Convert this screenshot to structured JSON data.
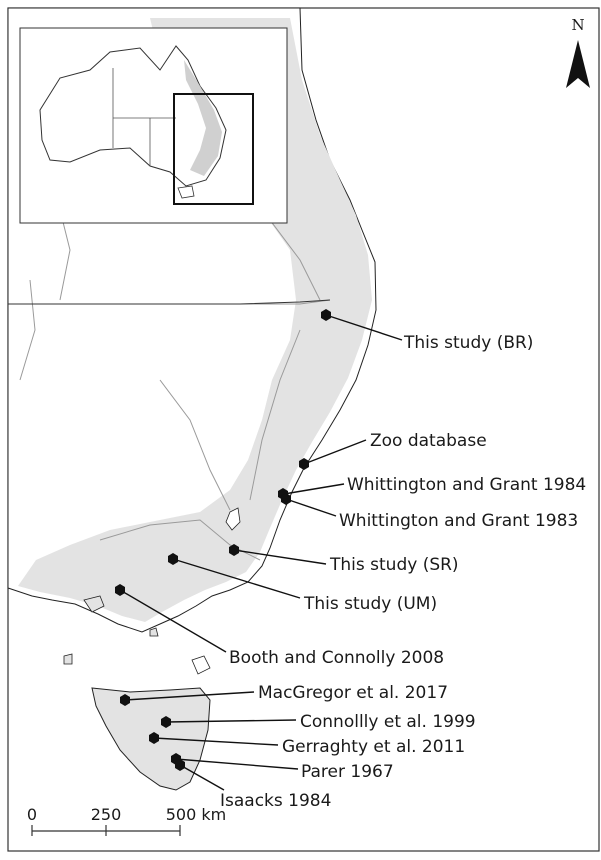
{
  "map": {
    "north_label": "N",
    "colors": {
      "land": "#ffffff",
      "range": "#e3e3e3",
      "coast": "#222222",
      "borders": "#9a9a9a",
      "marker": "#111111"
    },
    "scale_bar": {
      "ticks": [
        "0",
        "250",
        "500 km"
      ]
    },
    "inset": {
      "description_icon": "australia-locator-icon"
    },
    "sites": [
      {
        "label": "This study (BR)"
      },
      {
        "label": "Zoo database"
      },
      {
        "label": "Whittington and Grant 1984"
      },
      {
        "label": "Whittington and Grant 1983"
      },
      {
        "label": "This study (SR)"
      },
      {
        "label": "This study (UM)"
      },
      {
        "label": "Booth and Connolly 2008"
      },
      {
        "label": "MacGregor et al. 2017"
      },
      {
        "label": "Connollly et al. 1999"
      },
      {
        "label": "Gerraghty et al. 2011"
      },
      {
        "label": "Parer 1967"
      },
      {
        "label": "Isaacks 1984"
      }
    ]
  }
}
